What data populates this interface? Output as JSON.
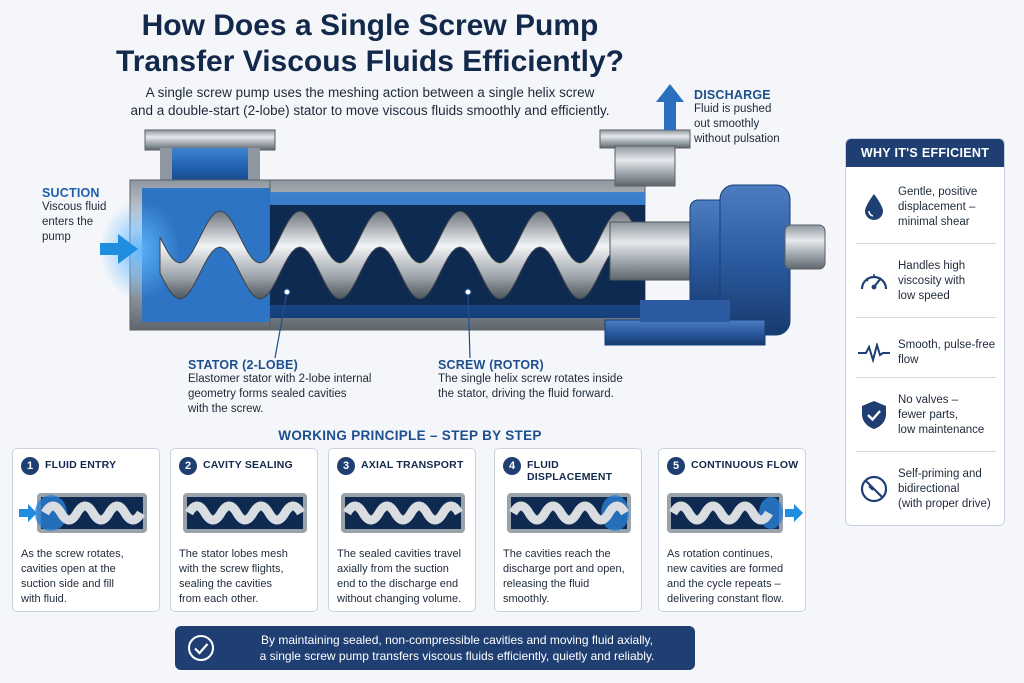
{
  "title_line1": "How Does a Single Screw Pump",
  "title_line2": "Transfer Viscous Fluids Efficiently?",
  "subtitle_line1": "A single screw pump uses the meshing action between a single helix screw",
  "subtitle_line2": "and a double-start (2-lobe) stator to move viscous fluids smoothly and efficiently.",
  "suction": {
    "heading": "SUCTION",
    "lines": [
      "Viscous fluid",
      "enters the",
      "pump"
    ]
  },
  "discharge": {
    "heading": "DISCHARGE",
    "lines": [
      "Fluid is pushed",
      "out smoothly",
      "without pulsation"
    ]
  },
  "stator": {
    "heading": "STATOR (2-LOBE)",
    "lines": [
      "Elastomer stator with 2-lobe internal",
      "geometry forms sealed cavities",
      "with the screw."
    ]
  },
  "screw": {
    "heading": "SCREW (ROTOR)",
    "lines": [
      "The single helix screw rotates inside",
      "the stator, driving the fluid forward."
    ]
  },
  "why": {
    "heading": "WHY IT'S EFFICIENT",
    "items": [
      {
        "icon": "droplet-icon",
        "lines": [
          "Gentle, positive",
          "displacement –",
          "minimal shear"
        ]
      },
      {
        "icon": "gauge-icon",
        "lines": [
          "Handles high",
          "viscosity with",
          "low speed"
        ]
      },
      {
        "icon": "pulse-wave-icon",
        "lines": [
          "Smooth, pulse-free",
          "flow"
        ]
      },
      {
        "icon": "shield-check-icon",
        "lines": [
          "No valves –",
          "fewer parts,",
          "low maintenance"
        ]
      },
      {
        "icon": "no-valve-icon",
        "lines": [
          "Self-priming and",
          "bidirectional",
          "(with proper drive)"
        ]
      }
    ]
  },
  "steps_title": "WORKING PRINCIPLE – STEP BY STEP",
  "steps": [
    {
      "num": "1",
      "title": "FLUID ENTRY",
      "lines": [
        "As the screw rotates,",
        "cavities open at the",
        "suction side and fill",
        "with fluid."
      ]
    },
    {
      "num": "2",
      "title": "CAVITY SEALING",
      "lines": [
        "The stator lobes mesh",
        "with the screw flights,",
        "sealing the cavities",
        "from each other."
      ]
    },
    {
      "num": "3",
      "title": "AXIAL TRANSPORT",
      "lines": [
        "The sealed cavities travel",
        "axially from the suction",
        "end to the discharge end",
        "without changing volume."
      ]
    },
    {
      "num": "4",
      "title": "FLUID DISPLACEMENT",
      "lines": [
        "The cavities reach the",
        "discharge port and open,",
        "releasing the fluid",
        "smoothly."
      ]
    },
    {
      "num": "5",
      "title": "CONTINUOUS FLOW",
      "lines": [
        "As rotation continues,",
        "new cavities are formed",
        "and the cycle repeats –",
        "delivering constant flow."
      ]
    }
  ],
  "footer": {
    "line1": "By maintaining sealed, non-compressible cavities and moving fluid axially,",
    "line2": "a single screw pump transfers viscous fluids efficiently, quietly and reliably."
  },
  "colors": {
    "navy": "#1f3f73",
    "accent_blue": "#1f5fae",
    "fluid_blue": "#2a7fd4",
    "steel": "#a9b0b8"
  }
}
